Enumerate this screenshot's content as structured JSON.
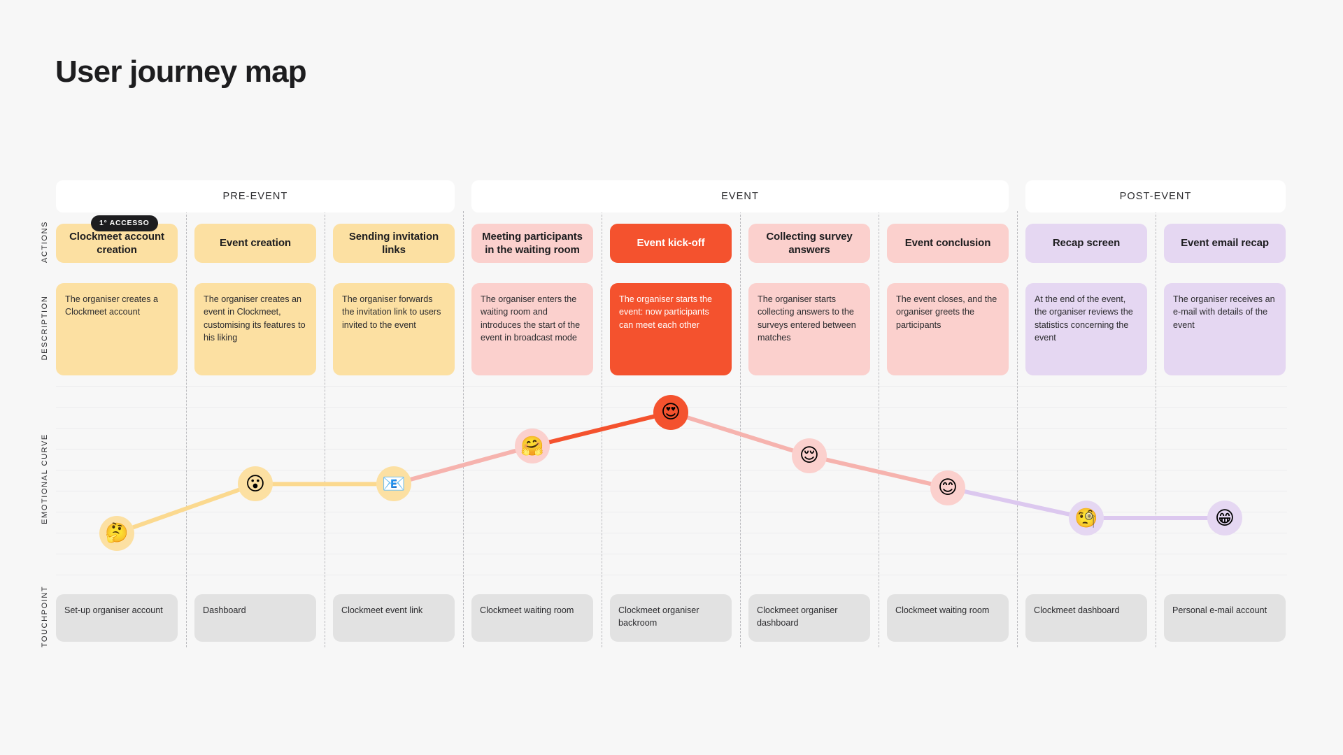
{
  "title": "User journey map",
  "colors": {
    "background": "#f7f7f7",
    "yellow": "#fce0a2",
    "pink": "#fbd0cd",
    "accent_red": "#f4522e",
    "purple": "#e5d7f2",
    "grey": "#e2e2e2",
    "badge_dark": "#1d1d1f"
  },
  "row_labels": {
    "actions": "ACTIONS",
    "description": "DESCRIPTION",
    "emotional_curve": "EMOTIONAL CURVE",
    "touchpoint": "TOUCHPOINT"
  },
  "badge": {
    "label": "1° ACCESSO"
  },
  "phases": [
    {
      "label": "PRE-EVENT",
      "start_col": 0,
      "span": 3
    },
    {
      "label": "EVENT",
      "start_col": 3,
      "span": 4
    },
    {
      "label": "POST-EVENT",
      "start_col": 7,
      "span": 2
    }
  ],
  "columns": [
    {
      "action": "Clockmeet account creation",
      "description": "The organiser creates a Clockmeet account",
      "touchpoint": "Set-up organiser account",
      "tone": "yellow",
      "emoji": "🤔",
      "emoji_name": "thinking-face",
      "ring": "#fce0a2",
      "level": 0.22
    },
    {
      "action": "Event creation",
      "description": "The organiser creates an event in Clockmeet, customising its features to his liking",
      "touchpoint": "Dashboard",
      "tone": "yellow",
      "emoji": "😮",
      "emoji_name": "face-with-open-mouth",
      "ring": "#fce0a2",
      "level": 0.48
    },
    {
      "action": "Sending invitation links",
      "description": "The organiser forwards the invitation link to users invited to the event",
      "touchpoint": "Clockmeet event link",
      "tone": "yellow",
      "emoji": "📧",
      "emoji_name": "e-mail-icon",
      "ring": "#fce0a2",
      "level": 0.48
    },
    {
      "action": "Meeting participants in the waiting room",
      "description": "The organiser enters the waiting room and introduces the start of the event in broadcast mode",
      "touchpoint": "Clockmeet waiting room",
      "tone": "pink",
      "emoji": "🤗",
      "emoji_name": "hugging-face",
      "ring": "#fbd0cd",
      "level": 0.68
    },
    {
      "action": "Event kick-off",
      "description": "The organiser starts the event: now participants can meet each other",
      "touchpoint": "Clockmeet organiser backroom",
      "tone": "accent",
      "emoji": "😍",
      "emoji_name": "smiling-face-with-heart-eyes",
      "ring": "#f4522e",
      "level": 0.86
    },
    {
      "action": "Collecting survey answers",
      "description": "The organiser starts collecting answers to the surveys entered between matches",
      "touchpoint": "Clockmeet organiser dashboard",
      "tone": "pink",
      "emoji": "😌",
      "emoji_name": "relieved-face",
      "ring": "#fbd0cd",
      "level": 0.63
    },
    {
      "action": "Event conclusion",
      "description": "The event closes, and the organiser greets the participants",
      "touchpoint": "Clockmeet waiting room",
      "tone": "pink",
      "emoji": "😊",
      "emoji_name": "smiling-face-with-smiling-eyes",
      "ring": "#fbd0cd",
      "level": 0.46
    },
    {
      "action": "Recap screen",
      "description": "At the end of the event, the organiser reviews the statistics concerning the event",
      "touchpoint": "Clockmeet dashboard",
      "tone": "purple",
      "emoji": "🧐",
      "emoji_name": "face-with-monocle",
      "ring": "#e5d7f2",
      "level": 0.3
    },
    {
      "action": "Event email recap",
      "description": "The organiser receives an e-mail with details of the event",
      "touchpoint": "Personal e-mail account",
      "tone": "purple",
      "emoji": "😁",
      "emoji_name": "beaming-face-with-smiling-eyes",
      "ring": "#e5d7f2",
      "level": 0.3
    }
  ],
  "chart_data": {
    "type": "line",
    "title": "Emotional curve",
    "categories": [
      "Clockmeet account creation",
      "Event creation",
      "Sending invitation links",
      "Meeting participants in the waiting room",
      "Event kick-off",
      "Collecting survey answers",
      "Event conclusion",
      "Recap screen",
      "Event email recap"
    ],
    "values": [
      0.22,
      0.48,
      0.48,
      0.68,
      0.86,
      0.63,
      0.46,
      0.3,
      0.3
    ],
    "ylim": [
      0,
      1
    ],
    "xlabel": "",
    "ylabel": "EMOTIONAL CURVE",
    "grid": true,
    "legend": "none"
  }
}
